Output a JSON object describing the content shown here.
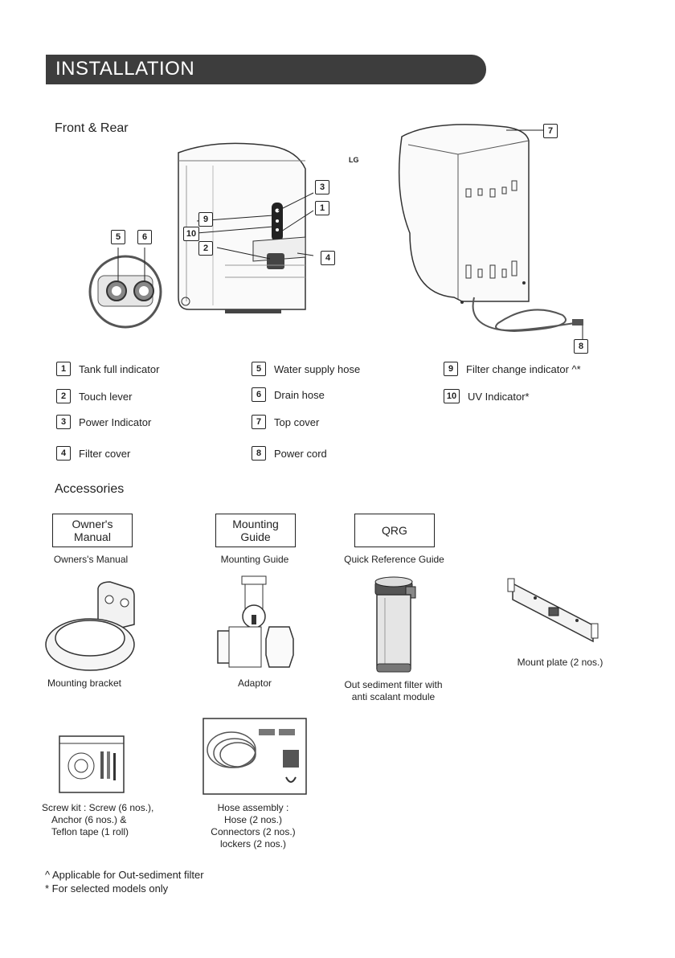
{
  "header": {
    "title": "INSTALLATION"
  },
  "sections": {
    "front_rear": "Front & Rear",
    "accessories": "Accessories"
  },
  "callouts": [
    "1",
    "2",
    "3",
    "4",
    "5",
    "6",
    "7",
    "8",
    "9",
    "10"
  ],
  "parts": [
    {
      "num": "1",
      "label": "Tank full indicator"
    },
    {
      "num": "2",
      "label": "Touch lever"
    },
    {
      "num": "3",
      "label": "Power Indicator"
    },
    {
      "num": "4",
      "label": "Filter cover"
    },
    {
      "num": "5",
      "label": "Water supply hose"
    },
    {
      "num": "6",
      "label": "Drain hose"
    },
    {
      "num": "7",
      "label": "Top cover"
    },
    {
      "num": "8",
      "label": "Power cord"
    },
    {
      "num": "9",
      "label": "Filter change indicator ^*"
    },
    {
      "num": "10",
      "label": "UV Indicator*"
    }
  ],
  "device": {
    "brand": "LG"
  },
  "accessories": {
    "manual_box": "Owner's Manual",
    "manual_caption": "Owners's Manual",
    "mounting_box": "Mounting Guide",
    "mounting_caption": "Mounting Guide",
    "qrg_box": "QRG",
    "qrg_caption": "Quick Reference Guide",
    "bracket_caption": "Mounting bracket",
    "adaptor_caption": "Adaptor",
    "filter_caption_1": "Out sediment filter with",
    "filter_caption_2": "anti scalant module",
    "plate_caption": "Mount plate (2 nos.)",
    "screw_caption_1": "Screw kit : Screw (6 nos.),",
    "screw_caption_2": "Anchor (6 nos.) &",
    "screw_caption_3": "Teflon tape (1 roll)",
    "hose_caption_1": "Hose assembly :",
    "hose_caption_2": "Hose (2 nos.)",
    "hose_caption_3": "Connectors (2 nos.)",
    "hose_caption_4": "lockers (2 nos.)"
  },
  "footnotes": [
    "^ Applicable for Out-sediment filter",
    "* For selected models only"
  ]
}
